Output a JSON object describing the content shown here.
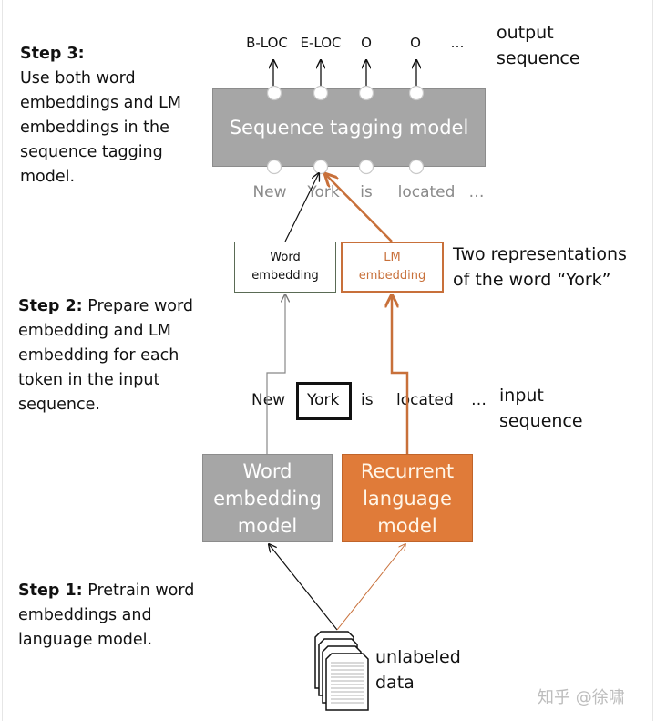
{
  "steps": {
    "step3": {
      "title": "Step 3:",
      "lines": [
        "Use both word",
        "embeddings and LM",
        "embeddings in the",
        "sequence tagging",
        "model."
      ]
    },
    "step2": {
      "title": "Step 2:",
      "first_line_rest": " Prepare word",
      "lines": [
        "embedding and LM",
        "embedding for each",
        "token in the input",
        "sequence."
      ]
    },
    "step1": {
      "title": "Step 1:",
      "first_line_rest": " Pretrain word",
      "lines": [
        "embeddings and",
        "language model."
      ]
    }
  },
  "output": {
    "tags": [
      "B-LOC",
      "E-LOC",
      "O",
      "O",
      "…"
    ],
    "label_line1": "output",
    "label_line2": "sequence"
  },
  "sequence_model": {
    "label": "Sequence tagging model"
  },
  "top_tokens": [
    "New",
    "York",
    "is",
    "located",
    "…"
  ],
  "embeddings": {
    "word": {
      "line1": "Word",
      "line2": "embedding"
    },
    "lm": {
      "line1": "LM",
      "line2": "embedding"
    },
    "note_line1": "Two representations",
    "note_line2": "of the word “York”"
  },
  "input": {
    "tokens": [
      "New",
      "York",
      "is",
      "located",
      "…"
    ],
    "label_line1": "input",
    "label_line2": "sequence"
  },
  "models": {
    "word": {
      "line1": "Word",
      "line2": "embedding",
      "line3": "model"
    },
    "lm": {
      "line1": "Recurrent",
      "line2": "language",
      "line3": "model"
    }
  },
  "data_source": {
    "line1": "unlabeled",
    "line2": "data"
  },
  "colors": {
    "gray_box": "#a6a6a6",
    "orange": "#e07b39",
    "orange_line": "#c8703a",
    "gray_line": "#888888",
    "dark_green": "#5a6b55"
  },
  "watermark": "知乎 @徐啸"
}
